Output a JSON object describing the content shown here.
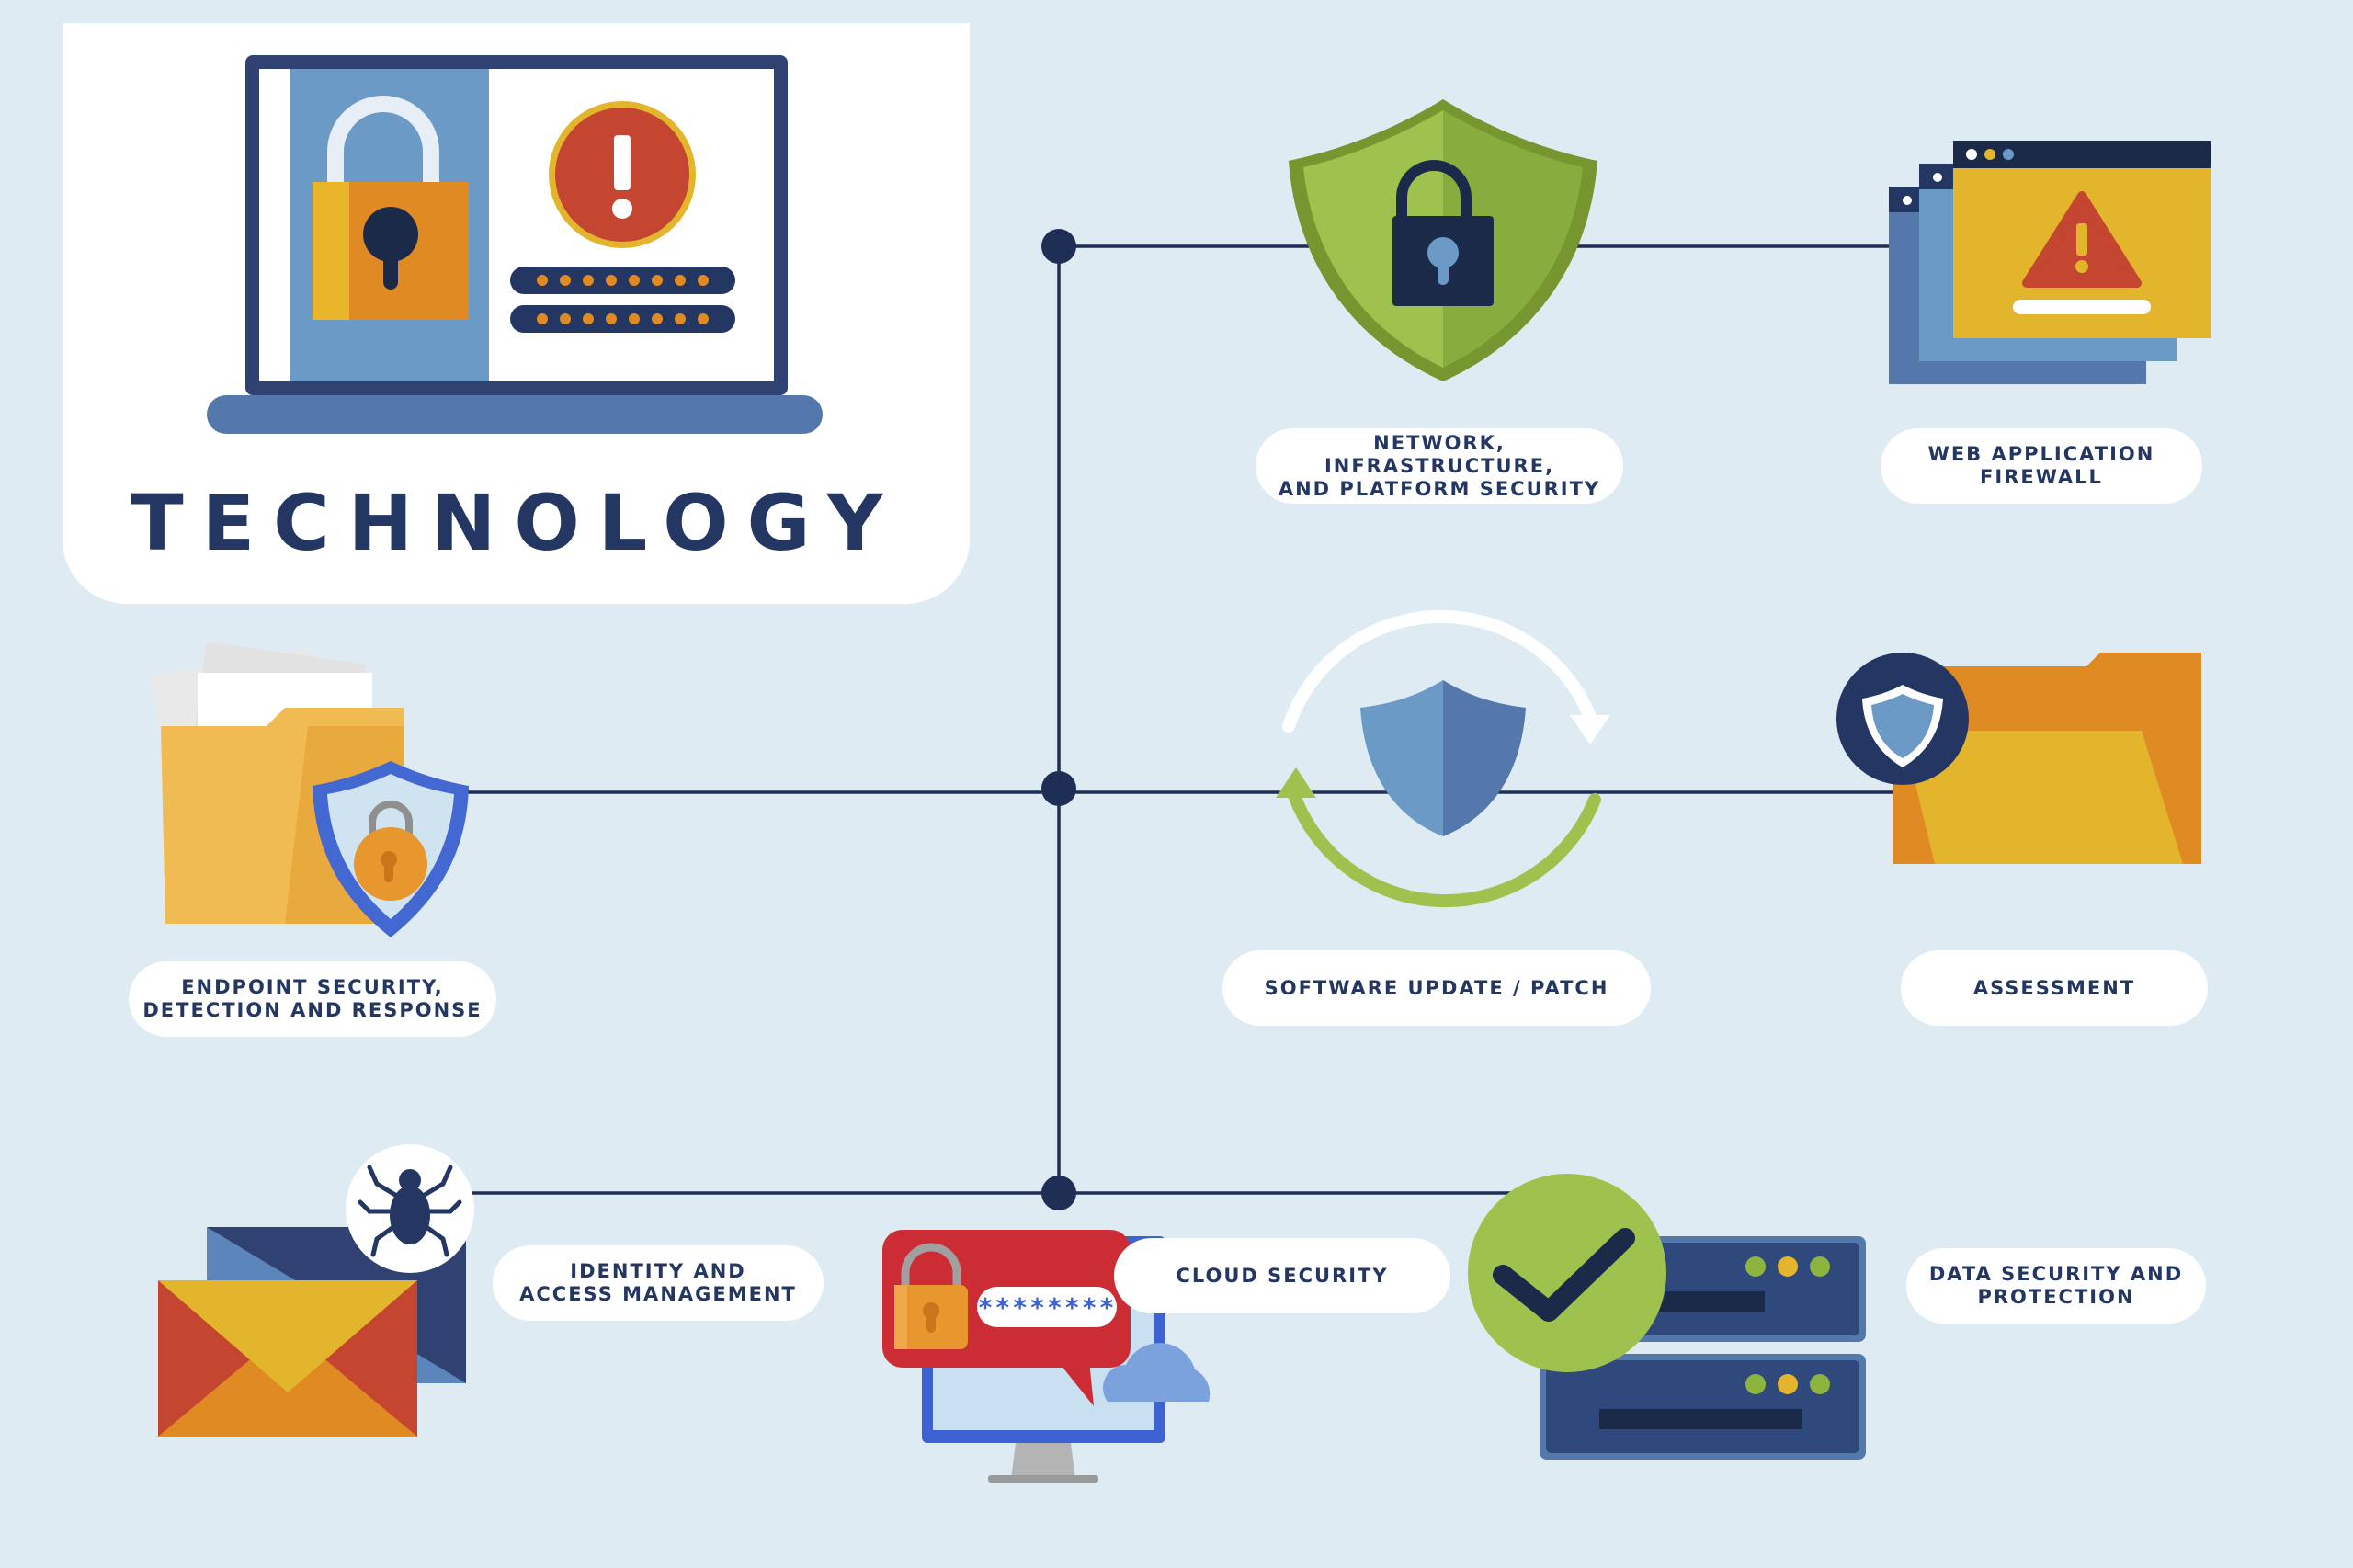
{
  "title": "TECHNOLOGY",
  "colors": {
    "background": "#deebf2",
    "navy": "#243763",
    "line": "#1e2e55",
    "green": "#8db43f",
    "orange": "#e08a23",
    "yellow": "#e3b52c",
    "red": "#c44530",
    "blue": "#6b98c5"
  },
  "labels": {
    "network": [
      "NETWORK, INFRASTRUCTURE,",
      "AND PLATFORM SECURITY"
    ],
    "waf": [
      "WEB APPLICATION",
      "FIREWALL"
    ],
    "endpoint": [
      "ENDPOINT SECURITY,",
      "DETECTION AND RESPONSE"
    ],
    "software": "SOFTWARE UPDATE / PATCH",
    "assessment": "ASSESSMENT",
    "identity": [
      "IDENTITY AND",
      "ACCESS MANAGEMENT"
    ],
    "cloud": "CLOUD SECURITY",
    "data": [
      "DATA SECURITY AND",
      "PROTECTION"
    ]
  },
  "password_mask": "********",
  "icons": [
    "laptop-lock-icon",
    "shield-lock-icon",
    "browser-warning-icon",
    "folder-shield-icon",
    "update-shield-icon",
    "folder-assessment-icon",
    "email-bug-icon",
    "monitor-password-icon",
    "server-check-icon"
  ]
}
